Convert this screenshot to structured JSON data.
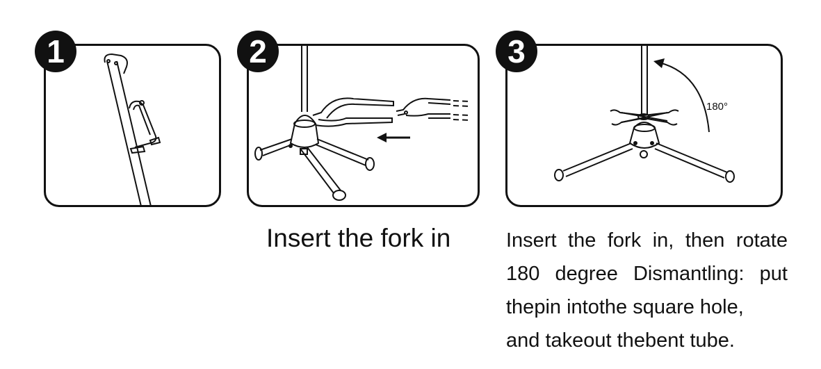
{
  "steps": [
    {
      "number": "1"
    },
    {
      "number": "2",
      "caption": "Insert the fork in"
    },
    {
      "number": "3",
      "angle_label": "180°",
      "caption_lines": [
        "Insert the fork in, then rotate",
        "180 degree Dismantling: put",
        "thepin intothe square hole,",
        "and takeout thebent tube."
      ]
    }
  ]
}
